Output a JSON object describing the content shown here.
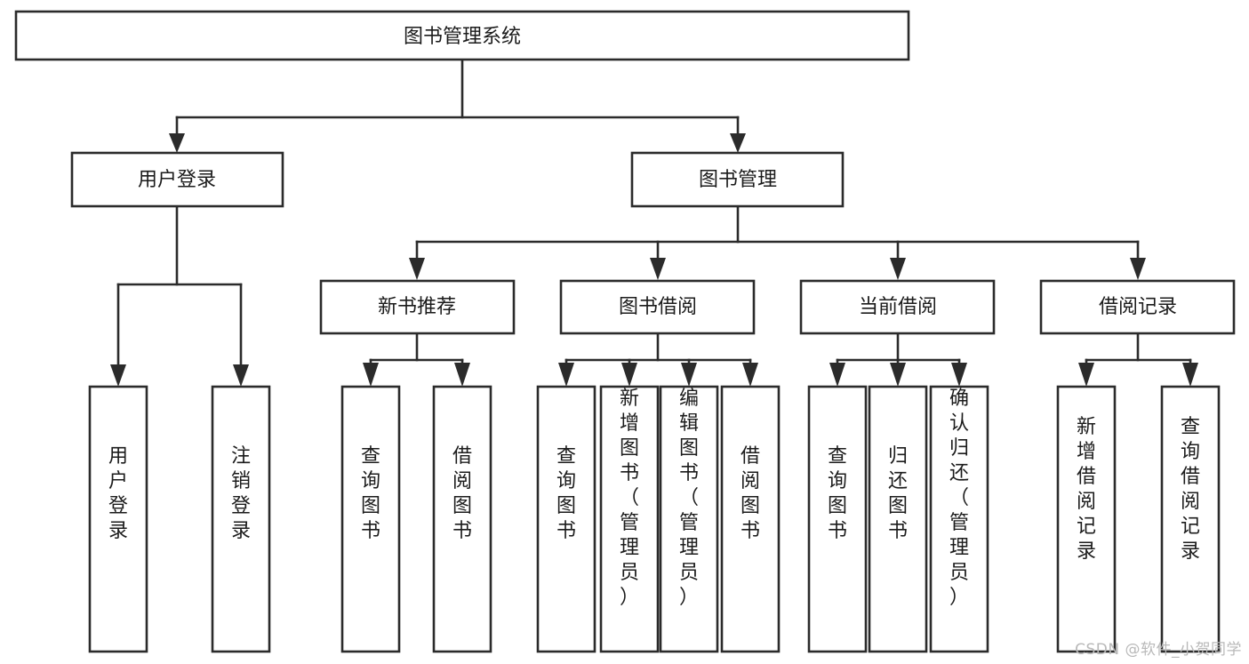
{
  "diagram": {
    "type": "tree",
    "title": "图书管理系统",
    "watermark": "CSDN @软件_小贺同学",
    "colors": {
      "box_stroke": "#2b2b2b",
      "box_fill": "#ffffff",
      "text": "#1b1b1b",
      "background": "#ffffff",
      "watermark": "#b9b9b9"
    },
    "levels": {
      "root": {
        "label": "图书管理系统"
      },
      "level2": [
        {
          "label": "用户登录"
        },
        {
          "label": "图书管理"
        }
      ],
      "level3": [
        {
          "label": "新书推荐"
        },
        {
          "label": "图书借阅"
        },
        {
          "label": "当前借阅"
        },
        {
          "label": "借阅记录"
        }
      ],
      "leaves": {
        "user_login": [
          {
            "label": "用户登录"
          },
          {
            "label": "注销登录"
          }
        ],
        "new_book_recommend": [
          {
            "label": "查询图书"
          },
          {
            "label": "借阅图书"
          }
        ],
        "book_borrow": [
          {
            "label": "查询图书"
          },
          {
            "label": "新增图书（管理员）"
          },
          {
            "label": "编辑图书（管理员）"
          },
          {
            "label": "借阅图书"
          }
        ],
        "current_borrow": [
          {
            "label": "查询图书"
          },
          {
            "label": "归还图书"
          },
          {
            "label": "确认归还（管理员）"
          }
        ],
        "borrow_record": [
          {
            "label": "新增借阅记录"
          },
          {
            "label": "查询借阅记录"
          }
        ]
      }
    }
  }
}
